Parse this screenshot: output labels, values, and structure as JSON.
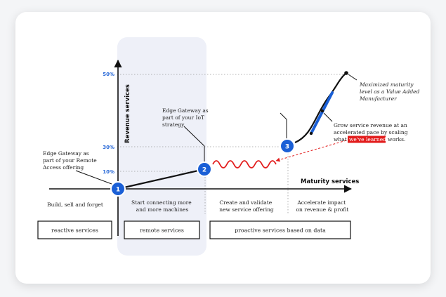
{
  "axes": {
    "y_label": "Revenue services",
    "x_label": "Maturity services",
    "y_ticks": [
      "50%",
      "30%",
      "10%"
    ]
  },
  "milestones": [
    "1",
    "2",
    "3"
  ],
  "annotations": {
    "gateway_remote": [
      "Edge Gateway as",
      "part of your Remote",
      "Access offering"
    ],
    "gateway_iot": [
      "Edge Gateway as",
      "part of your IoT",
      "strategy"
    ],
    "grow_line1": "Grow service revenue at an",
    "grow_line2": "accelerated pace by scaling",
    "grow_line3_pre": "what",
    "grow_highlight": "we've learned",
    "grow_line3_post": "works.",
    "maximized": [
      "Maximized maturity",
      "level as a Value Added",
      "Manufacturer"
    ]
  },
  "phases": {
    "build": "Build, sell and forget",
    "connect": [
      "Start connecting more",
      "and more machines"
    ],
    "validate": [
      "Create and validate",
      "new service offering"
    ],
    "accelerate": [
      "Accelerate impact",
      "on revenue & profit"
    ]
  },
  "boxes": {
    "reactive": "reactive services",
    "remote": "remote services",
    "proactive": "proactive services based on data"
  },
  "colors": {
    "accent_blue": "#1a5fd6",
    "tick_blue": "#2a6ad8",
    "highlight_red": "#e21c1c",
    "band_fill": "#eef0f8"
  }
}
